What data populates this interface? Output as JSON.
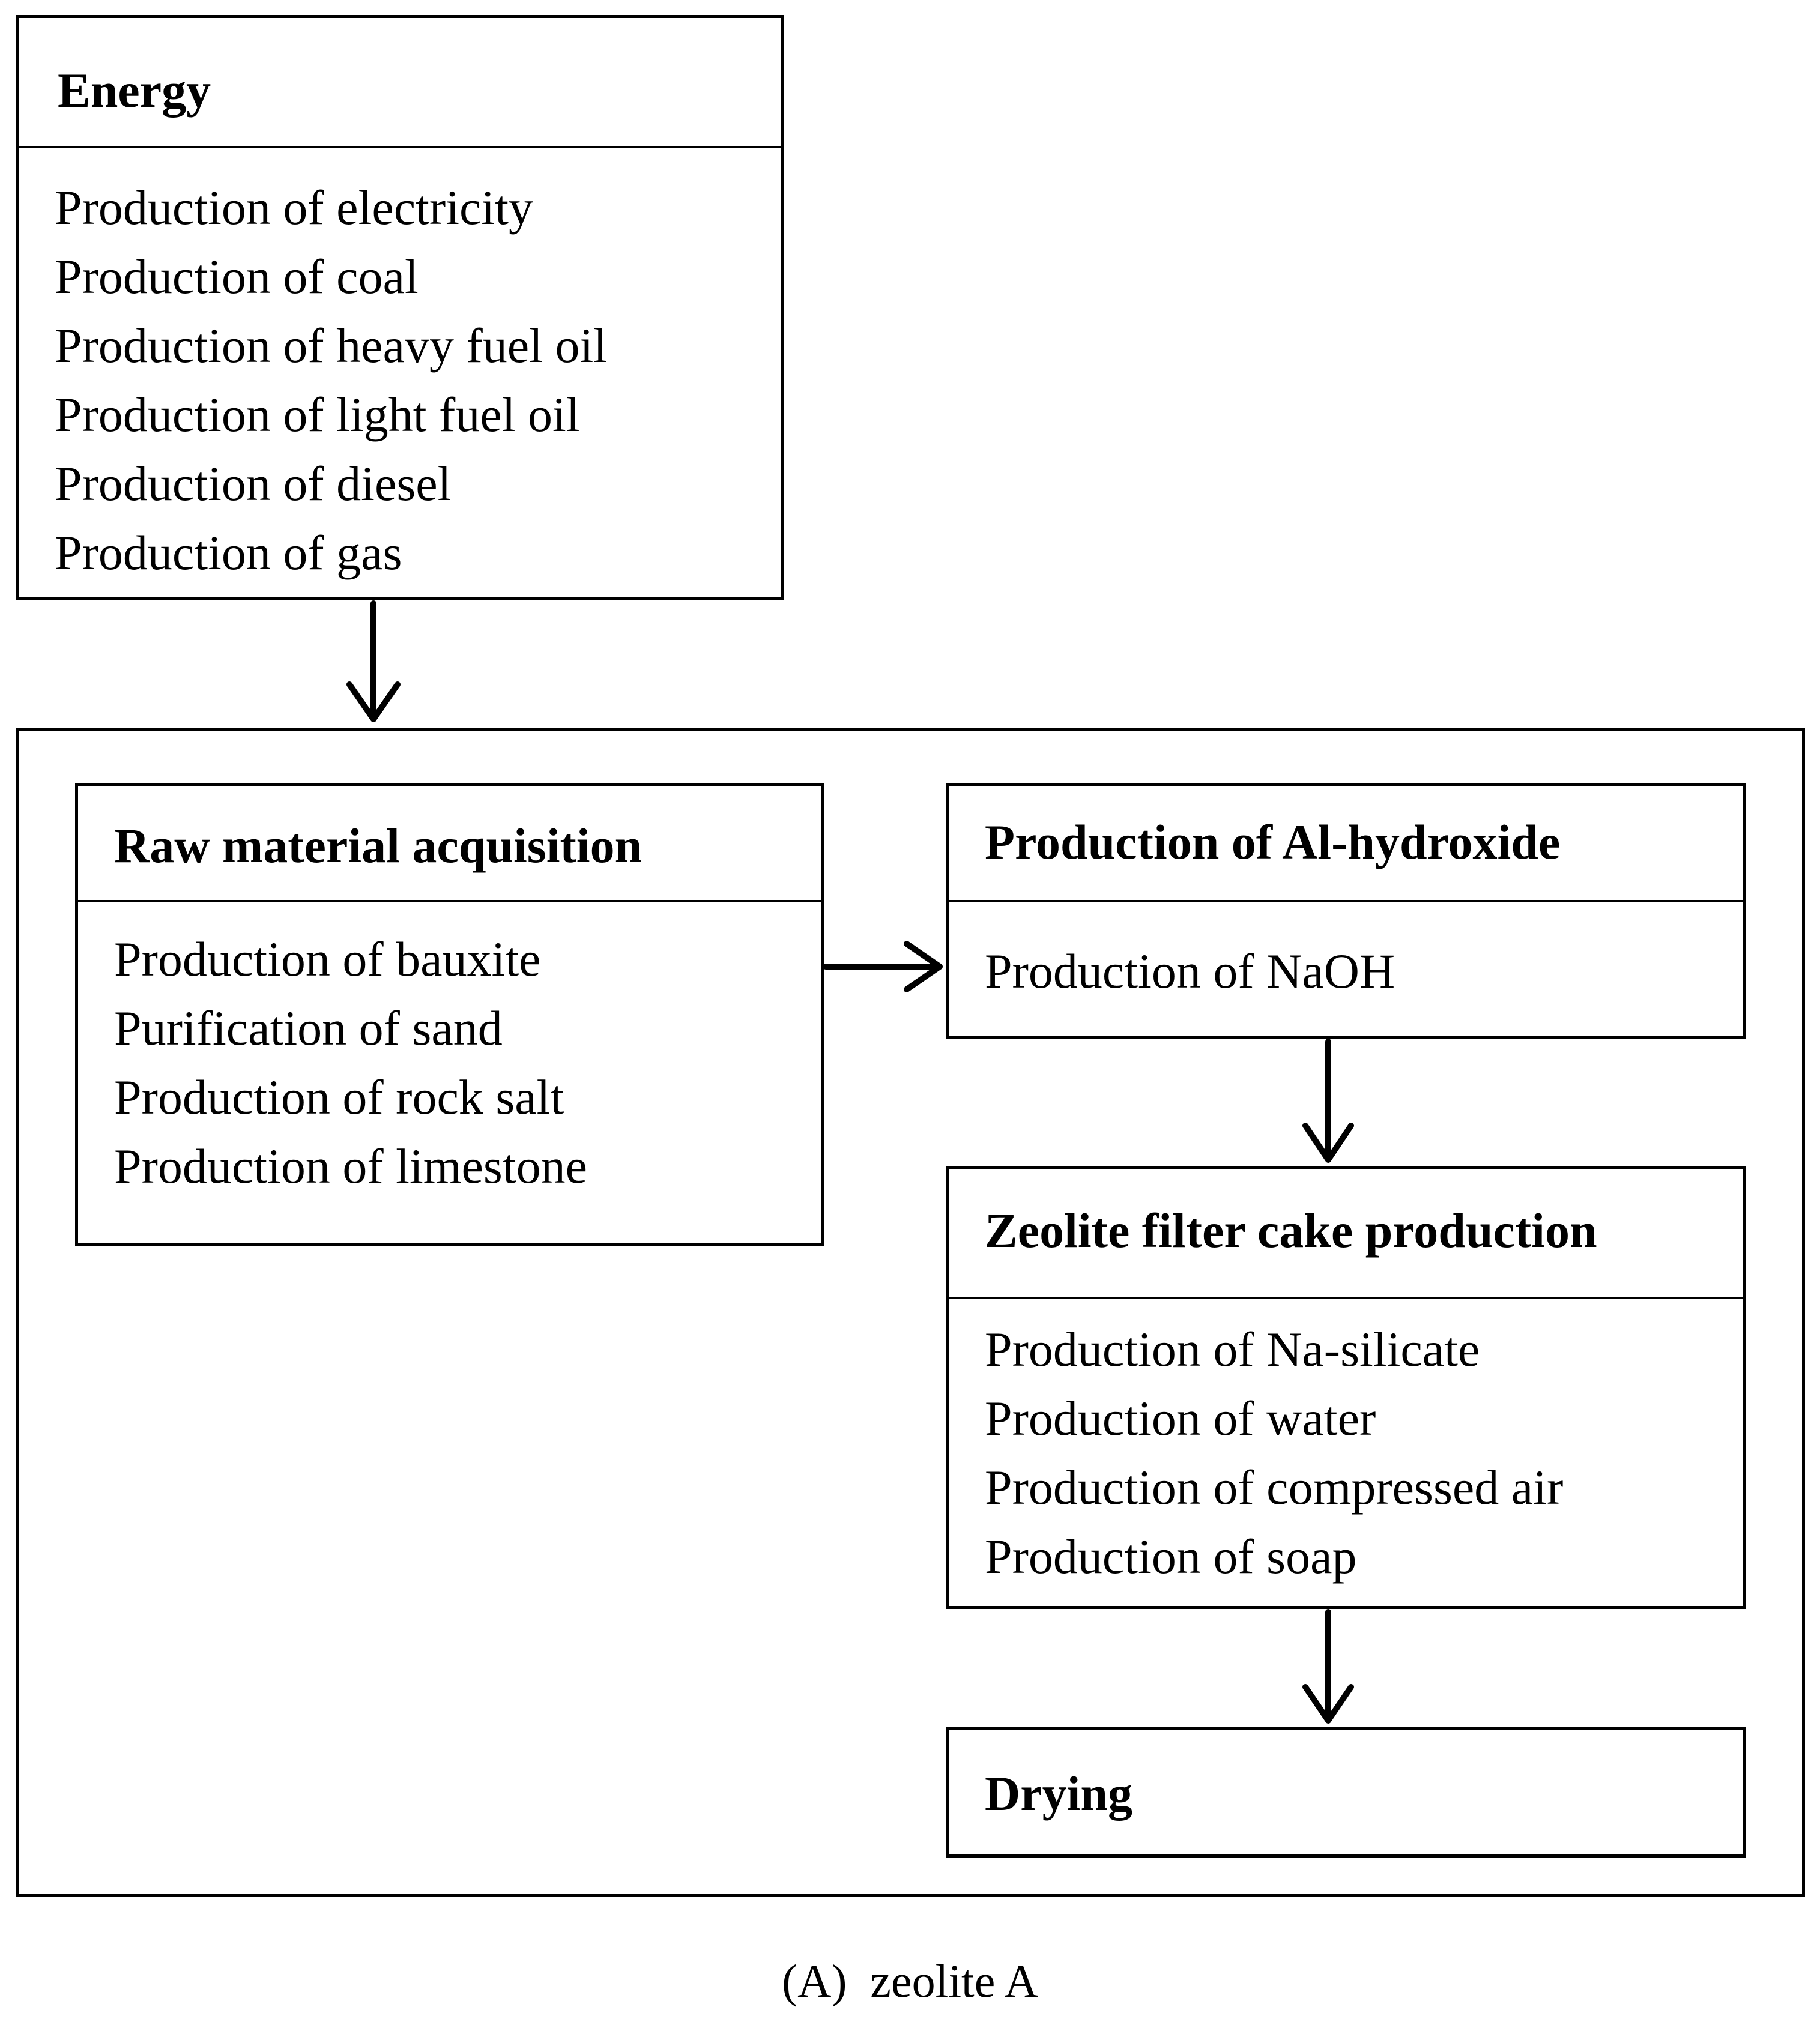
{
  "diagram": {
    "energy": {
      "title": "Energy",
      "items": [
        "Production of electricity",
        "Production of coal",
        "Production of heavy fuel oil",
        "Production of light fuel oil",
        "Production of diesel",
        "Production of gas"
      ]
    },
    "raw_material": {
      "title": "Raw material acquisition",
      "items": [
        "Production of bauxite",
        "Purification of sand",
        "Production of rock salt",
        "Production of limestone"
      ]
    },
    "al_hydroxide": {
      "title": "Production of Al-hydroxide",
      "items": [
        "Production of NaOH"
      ]
    },
    "zeolite_cake": {
      "title": "Zeolite filter cake production",
      "items": [
        "Production of Na-silicate",
        "Production of water",
        "Production of compressed air",
        "Production of soap"
      ]
    },
    "drying": {
      "title": "Drying"
    },
    "caption": "(A)  zeolite A"
  }
}
